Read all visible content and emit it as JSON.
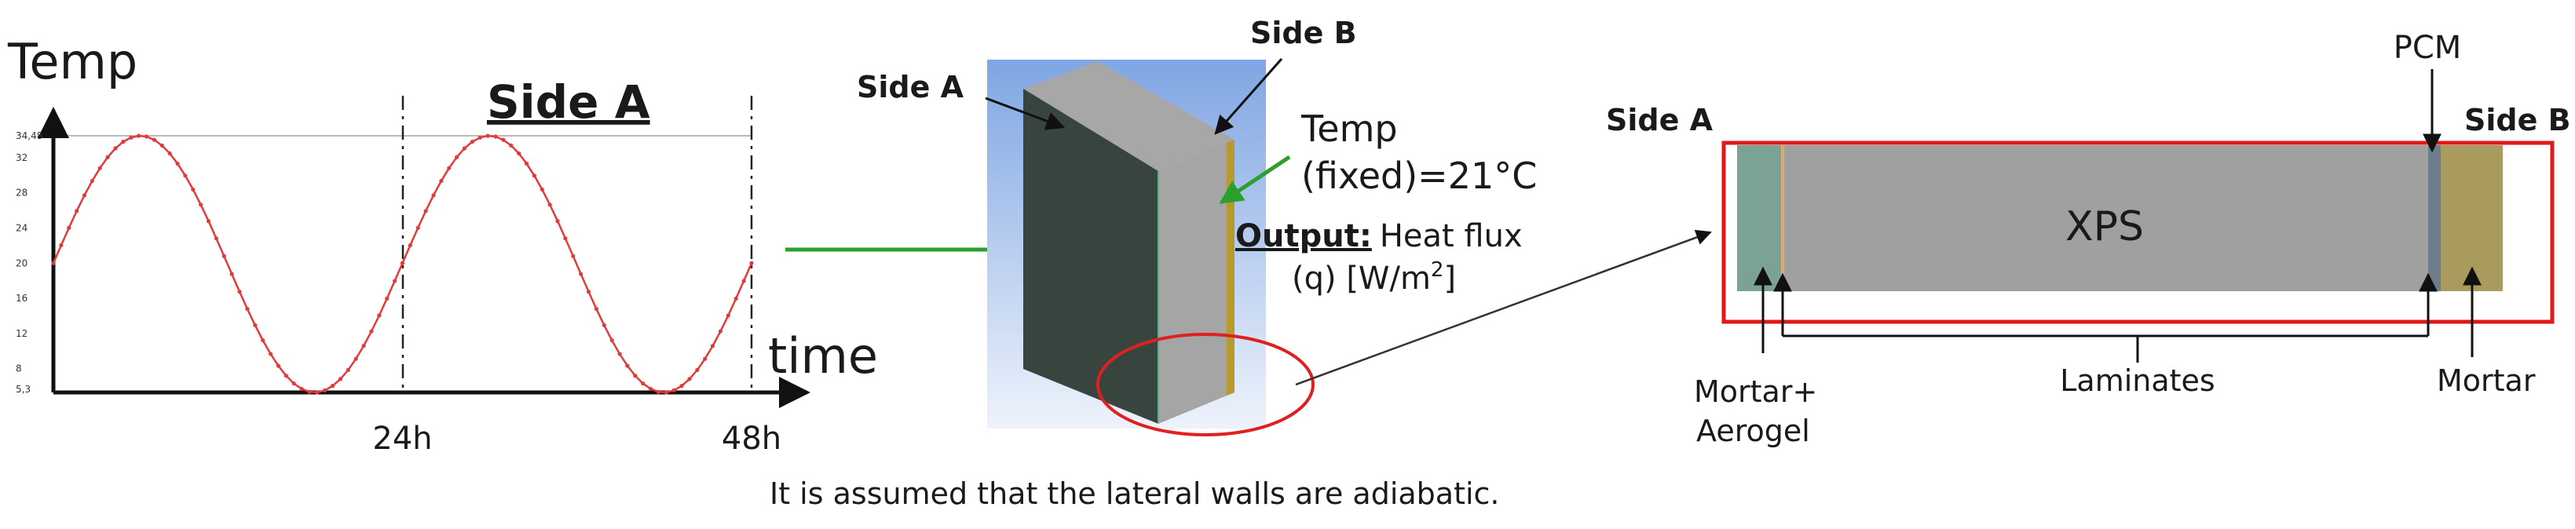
{
  "chart_data": {
    "type": "line",
    "title": "Side A",
    "ylabel": "Temp",
    "xlabel": "time",
    "yticks": [
      "34,48",
      "32",
      "28",
      "24",
      "20",
      "16",
      "12",
      "8",
      "5,3"
    ],
    "ytick_values": [
      34.48,
      32,
      28,
      24,
      20,
      16,
      12,
      8,
      5.3
    ],
    "xticks": [
      "24h",
      "48h"
    ],
    "xtick_values": [
      24,
      48
    ],
    "ylim": [
      5.3,
      34.48
    ],
    "xlim": [
      0,
      48
    ],
    "series": [
      {
        "color": "#e23b3b",
        "min": 5.3,
        "max": 34.48,
        "period_h": 24,
        "start_value": 20,
        "samples": 90
      }
    ]
  },
  "wall_view": {
    "side_a_label": "Side A",
    "side_b_label": "Side B",
    "temp_line1": "Temp",
    "temp_line2": "(fixed)=21°C",
    "output_label": "Output:",
    "output_text": "Heat flux",
    "output_unit": "(q) [W/m",
    "output_unit_sup": "2",
    "output_unit_close": "]"
  },
  "section": {
    "side_a_label": "Side A",
    "side_b_label": "Side B",
    "pcm_label": "PCM",
    "xps_label": "XPS",
    "mortar_aerogel_line1": "Mortar+",
    "mortar_aerogel_line2": "Aerogel",
    "laminates_label": "Laminates",
    "mortar_label": "Mortar"
  },
  "caption": "It is assumed that the lateral walls are adiabatic."
}
